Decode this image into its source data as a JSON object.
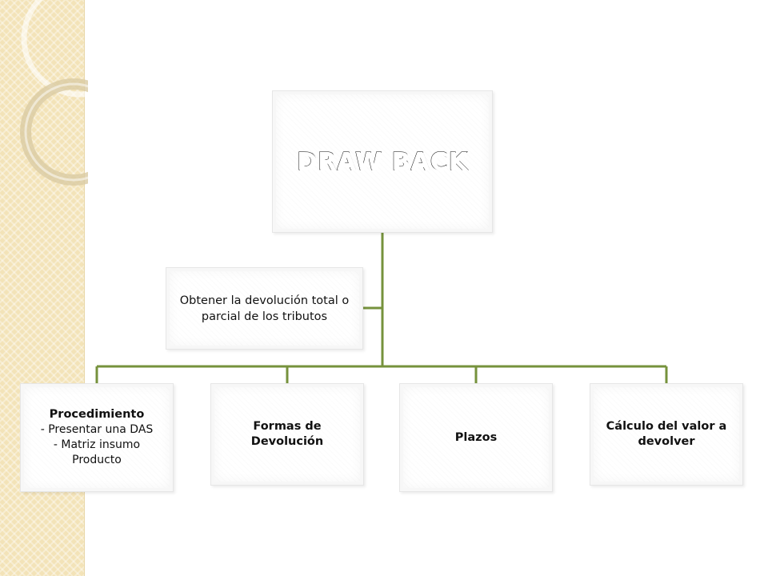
{
  "diagram": {
    "root": {
      "title": "DRAW BACK"
    },
    "assistant": {
      "text": "Obtener la devolución total o parcial de los tributos"
    },
    "children": [
      {
        "title": "Procedimiento",
        "lines": [
          "- Presentar una DAS",
          "- Matriz insumo Producto"
        ]
      },
      {
        "title": "Formas de Devolución",
        "lines": []
      },
      {
        "title": "Plazos",
        "lines": []
      },
      {
        "title": "Cálculo del valor a devolver",
        "lines": []
      }
    ]
  },
  "colors": {
    "connector": "#76923c",
    "band": "#f3e3b8"
  }
}
